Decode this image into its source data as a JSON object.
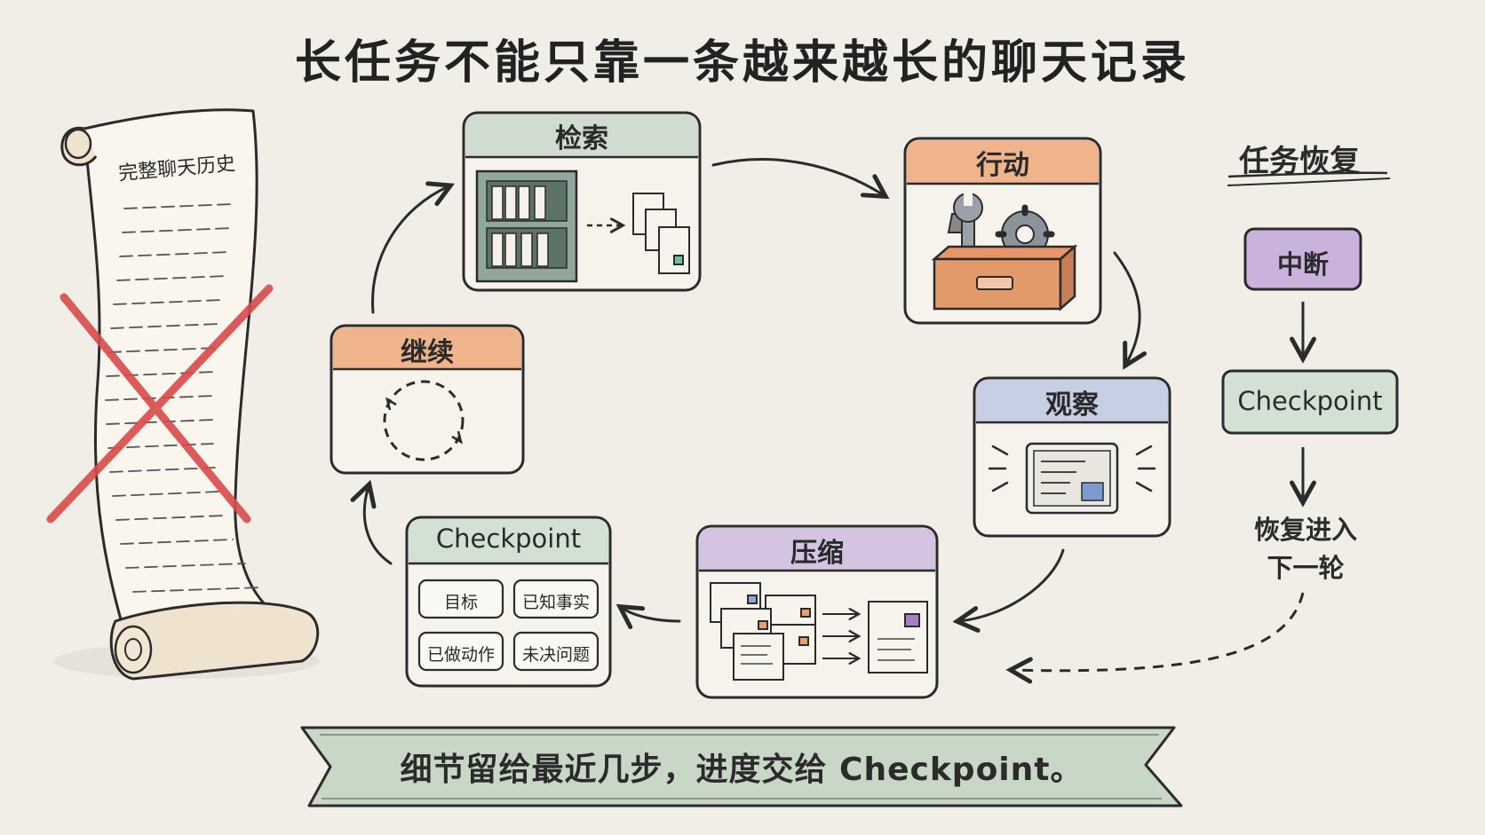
{
  "title": "长任务不能只靠一条越来越长的聊天记录",
  "scroll": {
    "label": "完整聊天历史"
  },
  "cycle": {
    "retrieve": "检索",
    "act": "行动",
    "observe": "观察",
    "compress": "压缩",
    "checkpoint": {
      "label": "Checkpoint",
      "cells": [
        "目标",
        "已知事实",
        "已做动作",
        "未决问题"
      ]
    },
    "continue": "继续"
  },
  "recovery": {
    "title": "任务恢复",
    "interrupt": "中断",
    "checkpoint": "Checkpoint",
    "resume_line1": "恢复进入",
    "resume_line2": "下一轮"
  },
  "banner": "细节留给最近几步，进度交给 Checkpoint。",
  "colors": {
    "retrieve_head": "#cfdccf",
    "act_head": "#f0b48c",
    "observe_head": "#c7cfe4",
    "compress_head": "#d4c4e2",
    "checkpoint_head": "#d3e0d4",
    "continue_head": "#f0b48c",
    "interrupt": "#c9b2dc",
    "side_checkpoint": "#d3e0d4",
    "banner": "#c9d7c6",
    "cross": "#d94b4b"
  },
  "icons": {
    "retrieve": "bookshelf-icon",
    "act": "toolbox-icon",
    "observe": "monitor-icon",
    "compress": "documents-icon",
    "continue": "refresh-icon"
  }
}
